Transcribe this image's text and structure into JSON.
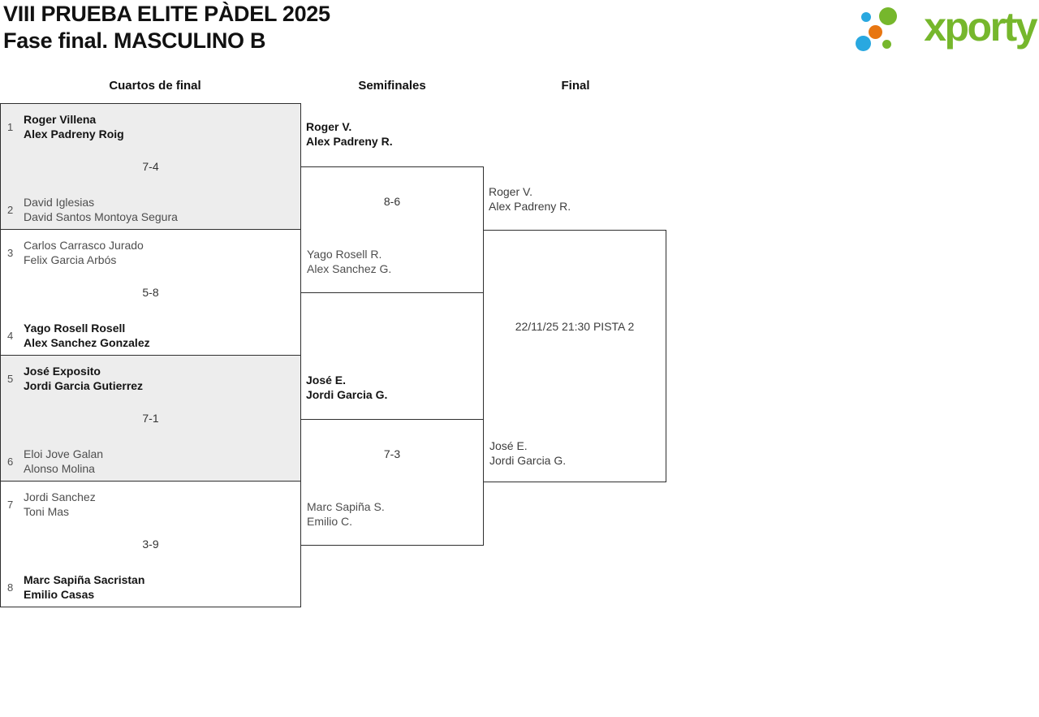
{
  "page": {
    "title_line1": "VIII PRUEBA ELITE PÀDEL 2025",
    "title_line2": "Fase final. MASCULINO B"
  },
  "logo": {
    "brand": "xporty",
    "colors": {
      "green": "#76b72c",
      "blue": "#29a8e0",
      "orange": "#e87611"
    }
  },
  "round_headers": {
    "quarterfinals": "Cuartos de final",
    "semifinals": "Semifinales",
    "final": "Final"
  },
  "quarterfinals": [
    {
      "seed_top": "1",
      "top_player1": "Roger Villena",
      "top_player2": "Alex Padreny Roig",
      "score": "7-4",
      "seed_bottom": "2",
      "bottom_player1": "David Iglesias",
      "bottom_player2": "David Santos Montoya Segura"
    },
    {
      "seed_top": "3",
      "top_player1": "Carlos Carrasco Jurado",
      "top_player2": "Felix Garcia Arbós",
      "score": "5-8",
      "seed_bottom": "4",
      "bottom_player1": "Yago Rosell Rosell",
      "bottom_player2": "Alex Sanchez Gonzalez"
    },
    {
      "seed_top": "5",
      "top_player1": "José Exposito",
      "top_player2": "Jordi Garcia Gutierrez",
      "score": "7-1",
      "seed_bottom": "6",
      "bottom_player1": "Eloi Jove Galan",
      "bottom_player2": "Alonso Molina"
    },
    {
      "seed_top": "7",
      "top_player1": "Jordi Sanchez",
      "top_player2": "Toni Mas",
      "score": "3-9",
      "seed_bottom": "8",
      "bottom_player1": "Marc Sapiña Sacristan",
      "bottom_player2": "Emilio Casas"
    }
  ],
  "semifinals": [
    {
      "top_player1": "Roger V.",
      "top_player2": "Alex Padreny R.",
      "score": "8-6",
      "bottom_player1": "Yago Rosell R.",
      "bottom_player2": "Alex Sanchez G."
    },
    {
      "top_player1": "José E.",
      "top_player2": "Jordi Garcia G.",
      "score": "7-3",
      "bottom_player1": "Marc Sapiña S.",
      "bottom_player2": "Emilio C."
    }
  ],
  "final": {
    "top_player1": "Roger V.",
    "top_player2": "Alex Padreny R.",
    "schedule": "22/11/25 21:30 PISTA 2",
    "bottom_player1": "José E.",
    "bottom_player2": "Jordi Garcia G."
  }
}
